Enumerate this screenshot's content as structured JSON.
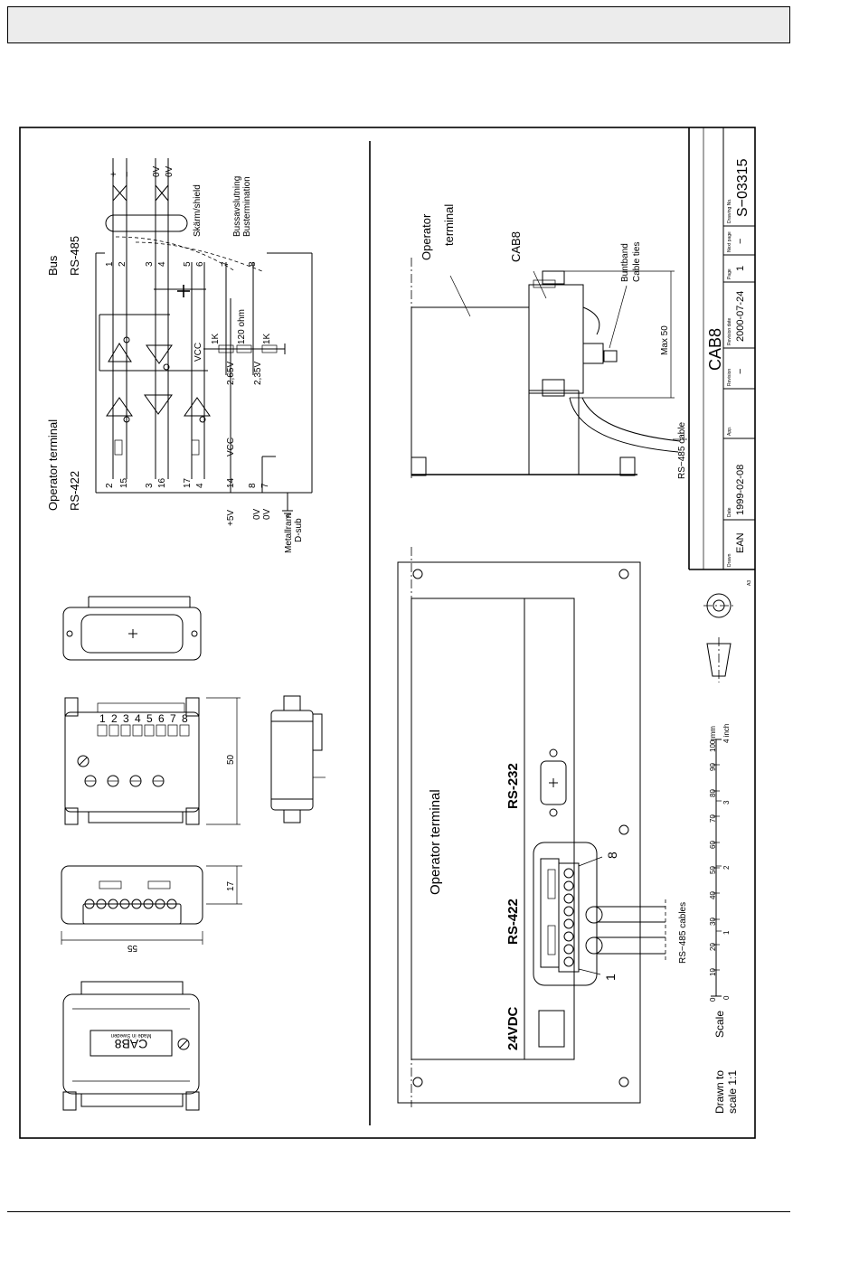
{
  "wiring": {
    "bus_title": "Bus",
    "bus_std": "RS-485",
    "terminal_title": "Operator terminal",
    "terminal_std": "RS-422",
    "shield": "Skärm/shield",
    "term_sv": "Bussavslutning",
    "term_en": "Bustermination",
    "ov1": "0V",
    "ov2": "0V",
    "plus": "+",
    "minus": "−",
    "vcc1": "VCC",
    "vcc2": "VCC",
    "r1": "1K",
    "r2": "120 ohm",
    "r3": "1K",
    "v265": "2,65V",
    "v235": "2,35V",
    "plus5v": "+5V",
    "zero_v_a": "0V",
    "zero_v_b": "0V",
    "metallram": "Metallram",
    "dsub": "D-sub",
    "pins_left": [
      "2",
      "15",
      "3",
      "16",
      "17",
      "4",
      "14",
      "8",
      "7"
    ],
    "pins_bus": [
      "1",
      "2",
      "3",
      "4",
      "5",
      "6",
      "7",
      "8"
    ]
  },
  "connector": {
    "label": "CAB8",
    "made_in": "Made in Sweden",
    "terminal_numbers": [
      "1",
      "2",
      "3",
      "4",
      "5",
      "6",
      "7",
      "8"
    ],
    "dim_55": "55",
    "dim_17": "17",
    "dim_50": "50"
  },
  "side_view": {
    "operator": "Operator",
    "terminal": "terminal",
    "cab8": "CAB8",
    "buntband": "Buntband",
    "cable_ties": "Cable ties",
    "max50": "Max 50",
    "rs485_cable": "RS−485 cable"
  },
  "back_view": {
    "title": "Operator terminal",
    "rs232": "RS-232",
    "rs422": "RS-422",
    "vdc": "24VDC",
    "rs485_cables": "RS−485 cables",
    "n8": "8",
    "n1": "1"
  },
  "scale": {
    "drawn_to": "Drawn to",
    "scale11": "scale 1:1",
    "scale": "Scale",
    "mm_ticks": [
      "0",
      "10",
      "20",
      "30",
      "40",
      "50",
      "60",
      "70",
      "80",
      "90",
      "100 mm"
    ],
    "inch_ticks": [
      "0",
      "1",
      "2",
      "3",
      "4 inch"
    ]
  },
  "title_block": {
    "drawn_label": "Drawn",
    "drawn": "EAN",
    "date_label": "Date",
    "date": "1999-02-08",
    "app_label": "App.",
    "revision_label": "Revision",
    "revision": "−",
    "revision_date_label": "Revision date",
    "revision_date": "2000-07-24",
    "page_label": "Page",
    "page": "1",
    "next_page_label": "Next page",
    "next_page": "−",
    "drawing_no_label": "Drawing No.",
    "drawing_no": "S−03315",
    "title": "CAB8",
    "sheet": "A3"
  }
}
